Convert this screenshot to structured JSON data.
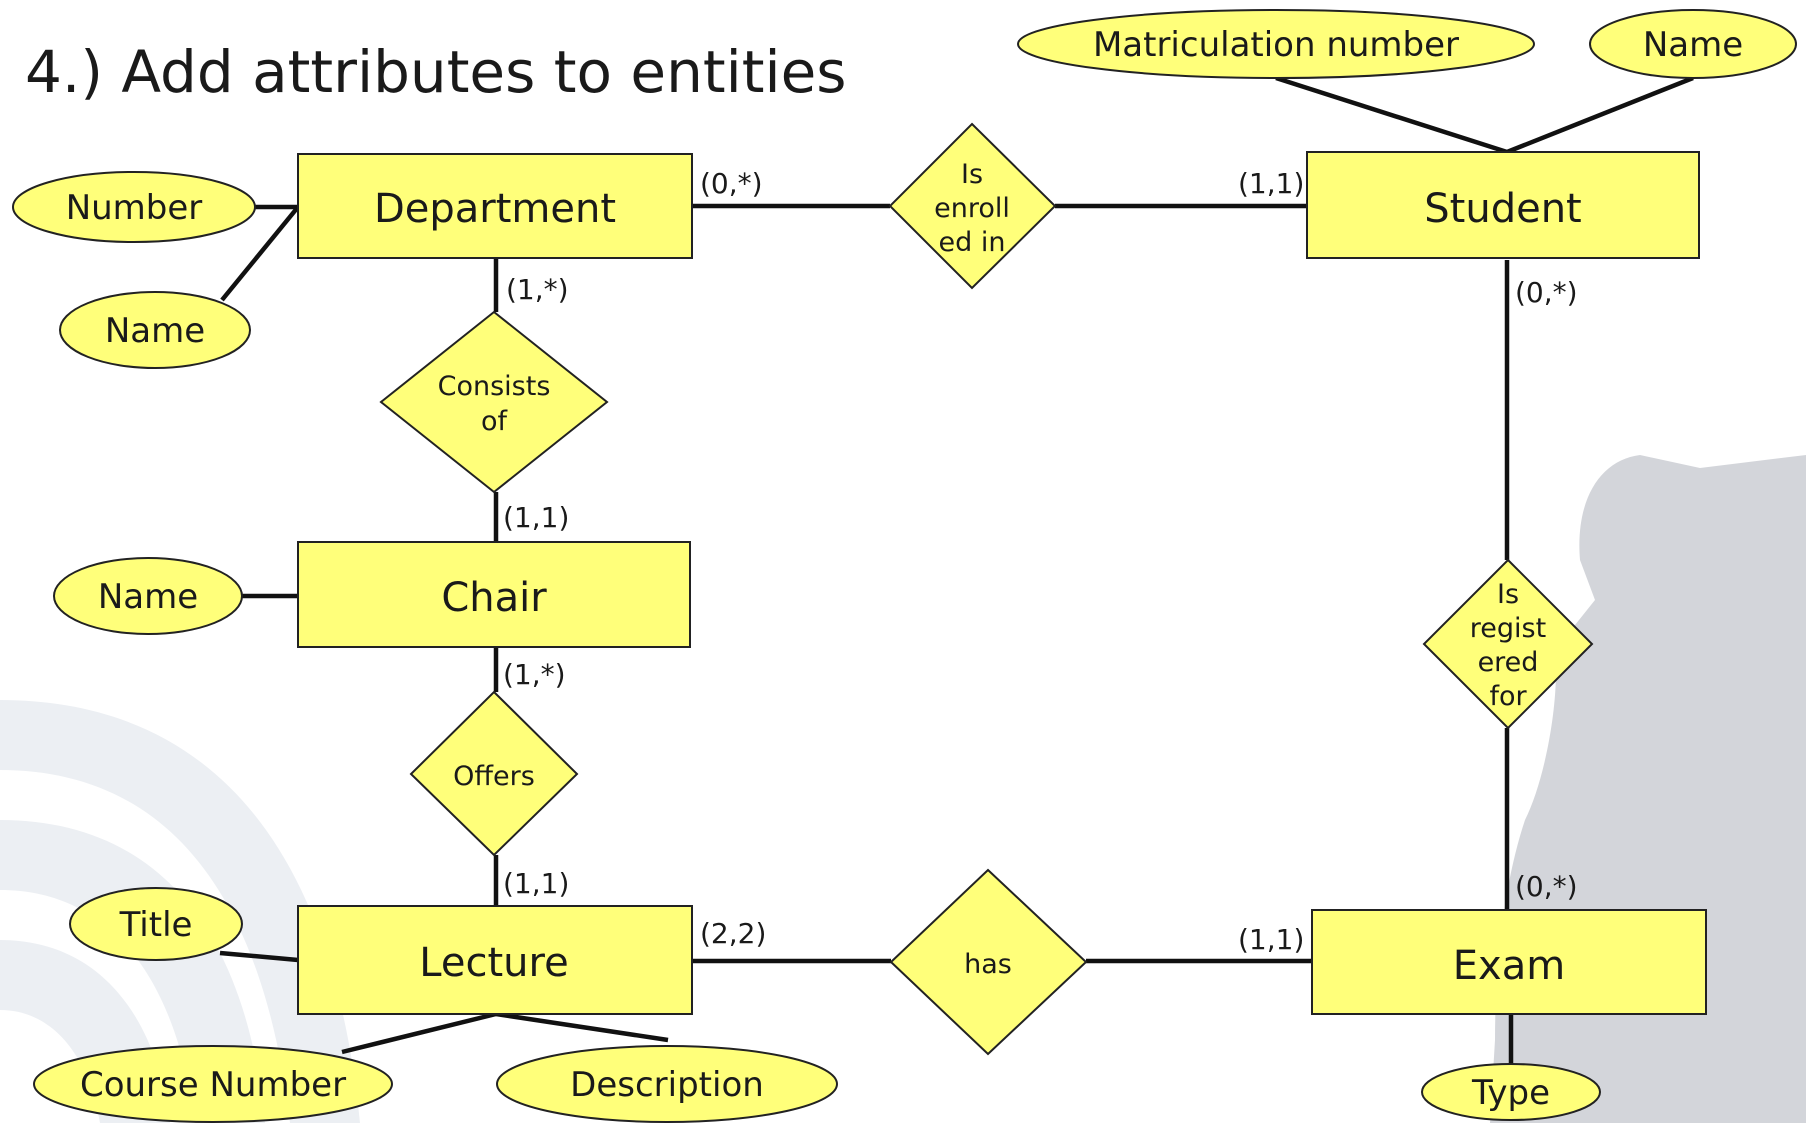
{
  "slide": {
    "title": "4.) Add attributes to entities"
  },
  "entities": {
    "department": "Department",
    "student": "Student",
    "chair": "Chair",
    "lecture": "Lecture",
    "exam": "Exam"
  },
  "attributes": {
    "department_number": "Number",
    "department_name": "Name",
    "student_matriculation_number": "Matriculation number",
    "student_name": "Name",
    "chair_name": "Name",
    "lecture_title": "Title",
    "lecture_course_number": "Course Number",
    "lecture_description": "Description",
    "exam_type": "Type"
  },
  "relationships": {
    "is_enrolled_in": [
      "Is",
      "enroll",
      "ed in"
    ],
    "consists_of": [
      "Consists",
      "of"
    ],
    "offers": [
      "Offers"
    ],
    "has": [
      "has"
    ],
    "is_registered_for": [
      "Is",
      "regist",
      "ered",
      "for"
    ]
  },
  "cardinalities": {
    "department_enrolled": "(0,*)",
    "student_enrolled": "(1,1)",
    "department_consists": "(1,*)",
    "chair_consists": "(1,1)",
    "chair_offers": "(1,*)",
    "lecture_offers": "(1,1)",
    "lecture_has": "(2,2)",
    "exam_has": "(1,1)",
    "student_registered": "(0,*)",
    "exam_registered": "(0,*)"
  }
}
